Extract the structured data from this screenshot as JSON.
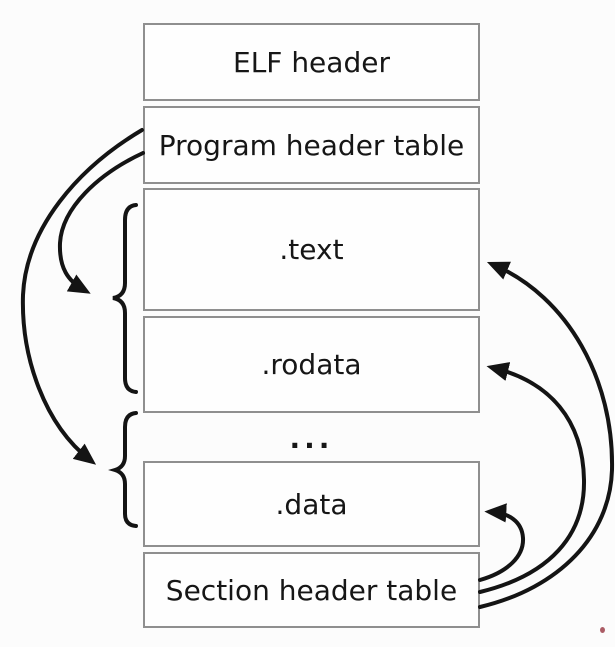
{
  "figure": {
    "blocks": [
      {
        "id": "elf-header",
        "label": "ELF header"
      },
      {
        "id": "program-header-table",
        "label": "Program header table"
      },
      {
        "id": "text-section",
        "label": ".text"
      },
      {
        "id": "rodata-section",
        "label": ".rodata"
      },
      {
        "id": "data-section",
        "label": ".data"
      },
      {
        "id": "section-header-table",
        "label": "Section header table"
      }
    ],
    "ellipsis": "...",
    "colors": {
      "box_border": "#8f8f8f",
      "box_fill": "#fefefe",
      "line": "#141414",
      "text": "#161616",
      "background": "#fcfcfc",
      "red_mark": "#9c3f4a"
    }
  }
}
